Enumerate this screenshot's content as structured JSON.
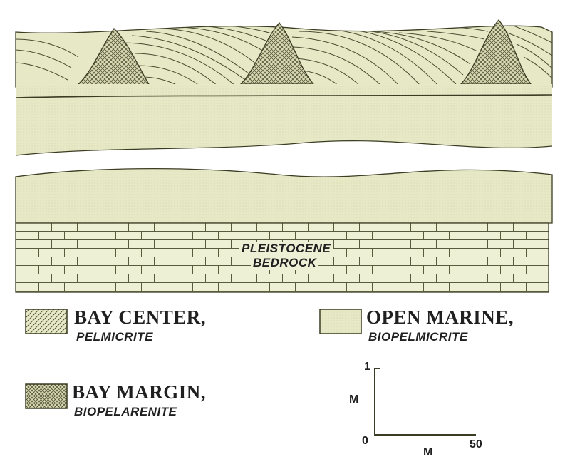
{
  "colors": {
    "fill": "#e7e9c6",
    "ink": "#3c3c24",
    "background": "#ffffff"
  },
  "bedrock_label": {
    "line1": "PLEISTOCENE",
    "line2": "BEDROCK"
  },
  "legend": {
    "bay_center": {
      "title": "BAY CENTER,",
      "subtitle": "PELMICRITE"
    },
    "open_marine": {
      "title": "OPEN MARINE,",
      "subtitle": "BIOPELMICRITE"
    },
    "bay_margin": {
      "title": "BAY MARGIN,",
      "subtitle": "BIOPELARENITE"
    }
  },
  "scale_bar": {
    "vertical_unit": "M",
    "vertical_max": "1",
    "origin": "0",
    "horizontal_unit": "M",
    "horizontal_max": "50"
  }
}
